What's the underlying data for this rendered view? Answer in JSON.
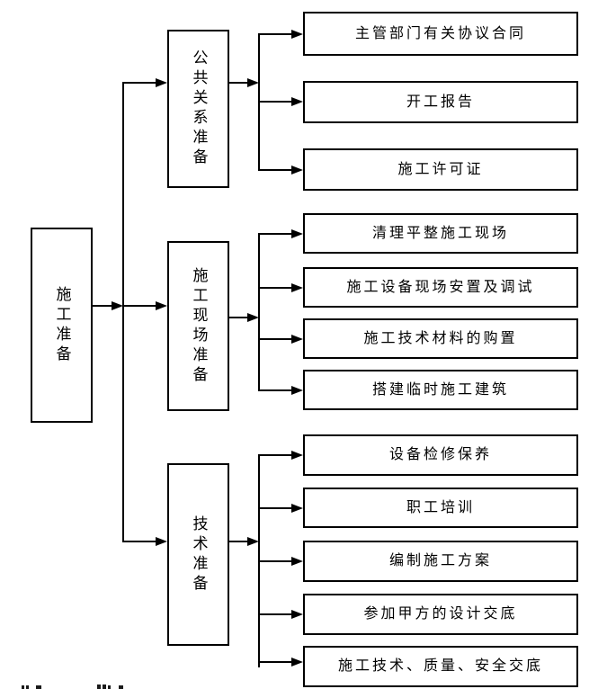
{
  "diagram": {
    "type": "flowchart",
    "direction": "left-to-right",
    "root": {
      "label": "施工准备"
    },
    "branches": [
      {
        "label": "公共关系准备",
        "children": [
          "主管部门有关协议合同",
          "开工报告",
          "施工许可证"
        ]
      },
      {
        "label": "施工现场准备",
        "children": [
          "清理平整施工现场",
          "施工设备现场安置及调试",
          "施工技术材料的购置",
          "搭建临时施工建筑"
        ]
      },
      {
        "label": "技术准备",
        "children": [
          "设备检修保养",
          "职工培训",
          "编制施工方案",
          "参加甲方的设计交底",
          "施工技术、质量、安全交底"
        ]
      }
    ],
    "colors": {
      "line": "#000000",
      "box_border": "#000000",
      "background": "#ffffff",
      "text": "#000000"
    }
  }
}
